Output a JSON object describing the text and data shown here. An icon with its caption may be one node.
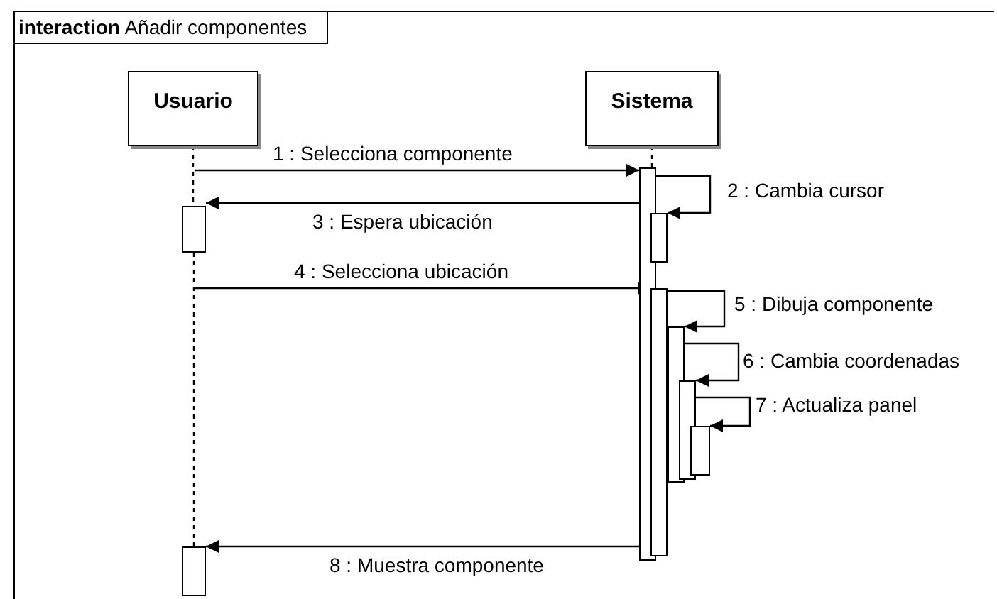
{
  "diagram": {
    "title": "**interaction** Añadir componentes",
    "nodes": [
      {
        "text": [
          "Usuario"
        ]
      },
      {
        "text": [
          "Sistema"
        ]
      },
      {
        "text": [],
        "shape": "bar"
      },
      {
        "text": [],
        "shape": "bar"
      },
      {
        "text": [],
        "shape": "bar"
      },
      {
        "text": [],
        "shape": "bar"
      },
      {
        "text": [],
        "shape": "bar"
      },
      {
        "text": [],
        "shape": "bar"
      },
      {
        "text": [],
        "shape": "bar"
      },
      {
        "text": [],
        "shape": "bar"
      }
    ],
    "edges": [
      {
        "from": null,
        "to": 2,
        "arrow": "to",
        "label": "1 : Selecciona componente"
      },
      {
        "from": 2,
        "to": 3,
        "arrow": "to",
        "label": "2 : Cambia cursor"
      },
      {
        "from": 2,
        "to": 4,
        "arrow": "to",
        "label": "3 : Espera ubicación"
      },
      {
        "from": null,
        "to": 5,
        "arrow": "to",
        "label": "4 : Selecciona ubicación"
      },
      {
        "from": 5,
        "to": 6,
        "arrow": "to",
        "label": "5 : Dibuja componente"
      },
      {
        "from": 6,
        "to": 7,
        "arrow": "to",
        "label": "6 : Cambia coordenadas"
      },
      {
        "from": 7,
        "to": 8,
        "arrow": "to",
        "label": "7 : Actualiza panel"
      },
      {
        "from": 2,
        "to": 9,
        "arrow": "to",
        "label": "8 : Muestra componente"
      },
      {
        "from": 0,
        "to": 4,
        "arrow": "none",
        "style": "dashed"
      },
      {
        "from": 4,
        "to": 9,
        "arrow": "none",
        "style": "dashed"
      },
      {
        "from": 1,
        "to": 2,
        "arrow": "none",
        "style": "dashed"
      }
    ]
  }
}
